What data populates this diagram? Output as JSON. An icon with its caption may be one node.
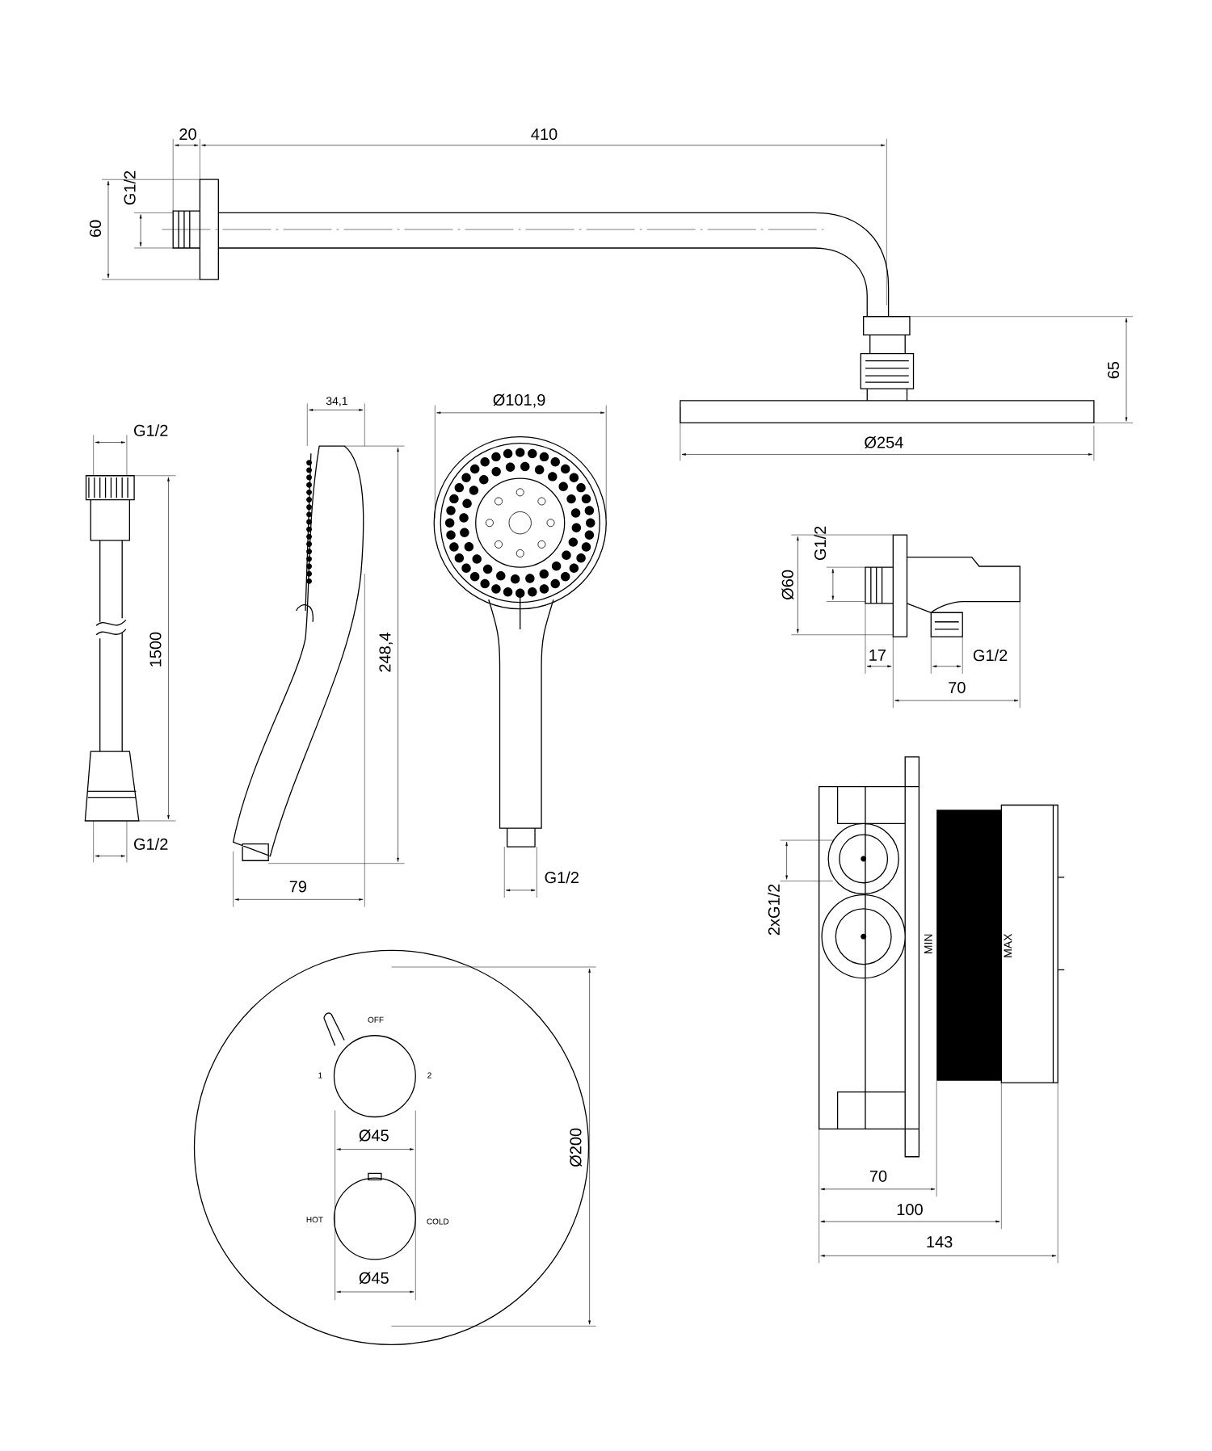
{
  "diagram": {
    "labels": [
      "20",
      "410",
      "G1/2",
      "60",
      "65",
      "34,1",
      "Ø101,9",
      "Ø254",
      "G1/2",
      "1500",
      "248,4",
      "G1/2",
      "Ø60",
      "17",
      "G1/2",
      "70",
      "G1/2",
      "79",
      "G1/2",
      "2xG1/2",
      "MIN",
      "MAX",
      "OFF",
      "1",
      "2",
      "Ø45",
      "HOT",
      "COLD",
      "Ø45",
      "Ø200",
      "70",
      "100",
      "143"
    ]
  }
}
